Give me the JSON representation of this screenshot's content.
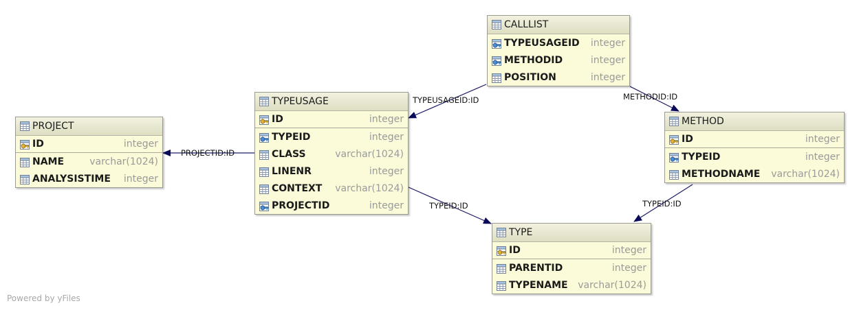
{
  "tables": {
    "project": {
      "name": "PROJECT",
      "columns": [
        {
          "name": "ID",
          "type": "integer",
          "icon": "primary-key-icon"
        },
        {
          "name": "NAME",
          "type": "varchar(1024)",
          "icon": "column-icon"
        },
        {
          "name": "ANALYSISTIME",
          "type": "integer",
          "icon": "column-icon"
        }
      ]
    },
    "typeusage": {
      "name": "TYPEUSAGE",
      "columns": [
        {
          "name": "ID",
          "type": "integer",
          "icon": "primary-key-icon"
        },
        {
          "name": "TYPEID",
          "type": "integer",
          "icon": "foreign-key-icon"
        },
        {
          "name": "CLASS",
          "type": "varchar(1024)",
          "icon": "column-icon"
        },
        {
          "name": "LINENR",
          "type": "integer",
          "icon": "column-icon"
        },
        {
          "name": "CONTEXT",
          "type": "varchar(1024)",
          "icon": "column-icon"
        },
        {
          "name": "PROJECTID",
          "type": "integer",
          "icon": "foreign-key-icon"
        }
      ]
    },
    "calllist": {
      "name": "CALLLIST",
      "columns": [
        {
          "name": "TYPEUSAGEID",
          "type": "integer",
          "icon": "foreign-key-icon"
        },
        {
          "name": "METHODID",
          "type": "integer",
          "icon": "foreign-key-icon"
        },
        {
          "name": "POSITION",
          "type": "integer",
          "icon": "column-icon"
        }
      ]
    },
    "method": {
      "name": "METHOD",
      "columns": [
        {
          "name": "ID",
          "type": "integer",
          "icon": "primary-key-icon"
        },
        {
          "name": "TYPEID",
          "type": "integer",
          "icon": "foreign-key-icon"
        },
        {
          "name": "METHODNAME",
          "type": "varchar(1024)",
          "icon": "column-icon"
        }
      ]
    },
    "type": {
      "name": "TYPE",
      "columns": [
        {
          "name": "ID",
          "type": "integer",
          "icon": "primary-key-icon"
        },
        {
          "name": "PARENTID",
          "type": "integer",
          "icon": "column-icon"
        },
        {
          "name": "TYPENAME",
          "type": "varchar(1024)",
          "icon": "column-icon"
        }
      ]
    }
  },
  "relations": [
    {
      "label": "PROJECTID:ID",
      "from": "typeusage",
      "to": "project"
    },
    {
      "label": "TYPEUSAGEID:ID",
      "from": "calllist",
      "to": "typeusage"
    },
    {
      "label": "METHODID:ID",
      "from": "calllist",
      "to": "method"
    },
    {
      "label": "TYPEID:ID",
      "from": "typeusage",
      "to": "type"
    },
    {
      "label": "TYPEID:ID",
      "from": "method",
      "to": "type"
    }
  ],
  "watermark": "Powered by yFiles",
  "colors": {
    "table_fill": "#fbfbd9",
    "header_fill": "#e6e6cc",
    "edge": "#1a1a66",
    "arrow": "#0a0a5a",
    "type_text": "#9a9a9a"
  }
}
